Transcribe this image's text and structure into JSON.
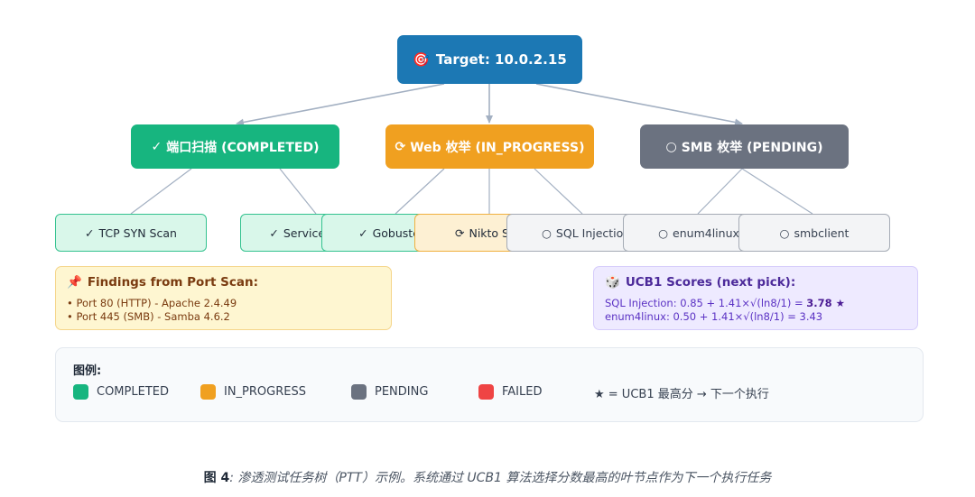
{
  "root": {
    "icon": "🎯",
    "label": "Target: 10.0.2.15"
  },
  "mid": [
    {
      "icon": "✓",
      "label": "端口扫描 (COMPLETED)",
      "status": "completed"
    },
    {
      "icon": "⟳",
      "label": "Web 枚举 (IN_PROGRESS)",
      "status": "in_progress"
    },
    {
      "icon": "○",
      "label": "SMB 枚举 (PENDING)",
      "status": "pending"
    }
  ],
  "leaves": [
    {
      "icon": "✓",
      "label": "TCP SYN Scan"
    },
    {
      "icon": "✓",
      "label": "Service D"
    },
    {
      "icon": "✓",
      "label": "Gobuste"
    },
    {
      "icon": "⟳",
      "label": "Nikto S"
    },
    {
      "icon": "○",
      "label": "SQL Injection"
    },
    {
      "icon": "○",
      "label": "enum4linux"
    },
    {
      "icon": "○",
      "label": "smbclient"
    }
  ],
  "findings": {
    "icon": "📌",
    "title": "Findings from Port Scan:",
    "items": [
      "• Port 80 (HTTP) - Apache 2.4.49",
      "• Port 445 (SMB) - Samba 4.6.2"
    ]
  },
  "ucb": {
    "icon": "🎲",
    "title": "UCB1 Scores (next pick):",
    "line1_prefix": "SQL Injection: 0.85 + 1.41×√(ln8/1) = ",
    "line1_value": "3.78 ★",
    "line2": "enum4linux: 0.50 + 1.41×√(ln8/1) = 3.43"
  },
  "legend": {
    "title": "图例:",
    "items": [
      {
        "label": "COMPLETED",
        "color": "#17b57f"
      },
      {
        "label": "IN_PROGRESS",
        "color": "#f0a020"
      },
      {
        "label": "PENDING",
        "color": "#6b7280"
      },
      {
        "label": "FAILED",
        "color": "#ef4444"
      }
    ],
    "note": "★ = UCB1 最高分 → 下一个执行"
  },
  "caption": {
    "fig": "图 4",
    "text": ": 渗透测试任务树（PTT）示例。系统通过 UCB1 算法选择分数最高的叶节点作为下一个执行任务"
  },
  "colors": {
    "edge": "#a3b0c2"
  }
}
